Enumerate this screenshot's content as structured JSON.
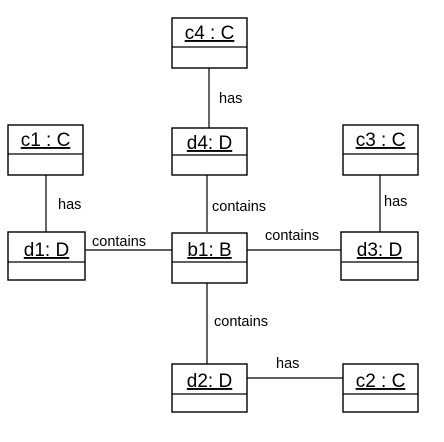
{
  "objects": {
    "c4": "c4 : C",
    "c1": "c1 : C",
    "d4": "d4: D",
    "c3": "c3 : C",
    "d1": "d1: D",
    "b1": "b1: B",
    "d3": "d3: D",
    "d2": "d2: D",
    "c2": "c2 : C"
  },
  "links": {
    "c4_d4": "has",
    "c1_d1": "has",
    "d4_b1": "contains",
    "c3_d3": "has",
    "d1_b1": "contains",
    "b1_d3": "contains",
    "b1_d2": "contains",
    "d2_c2": "has"
  }
}
